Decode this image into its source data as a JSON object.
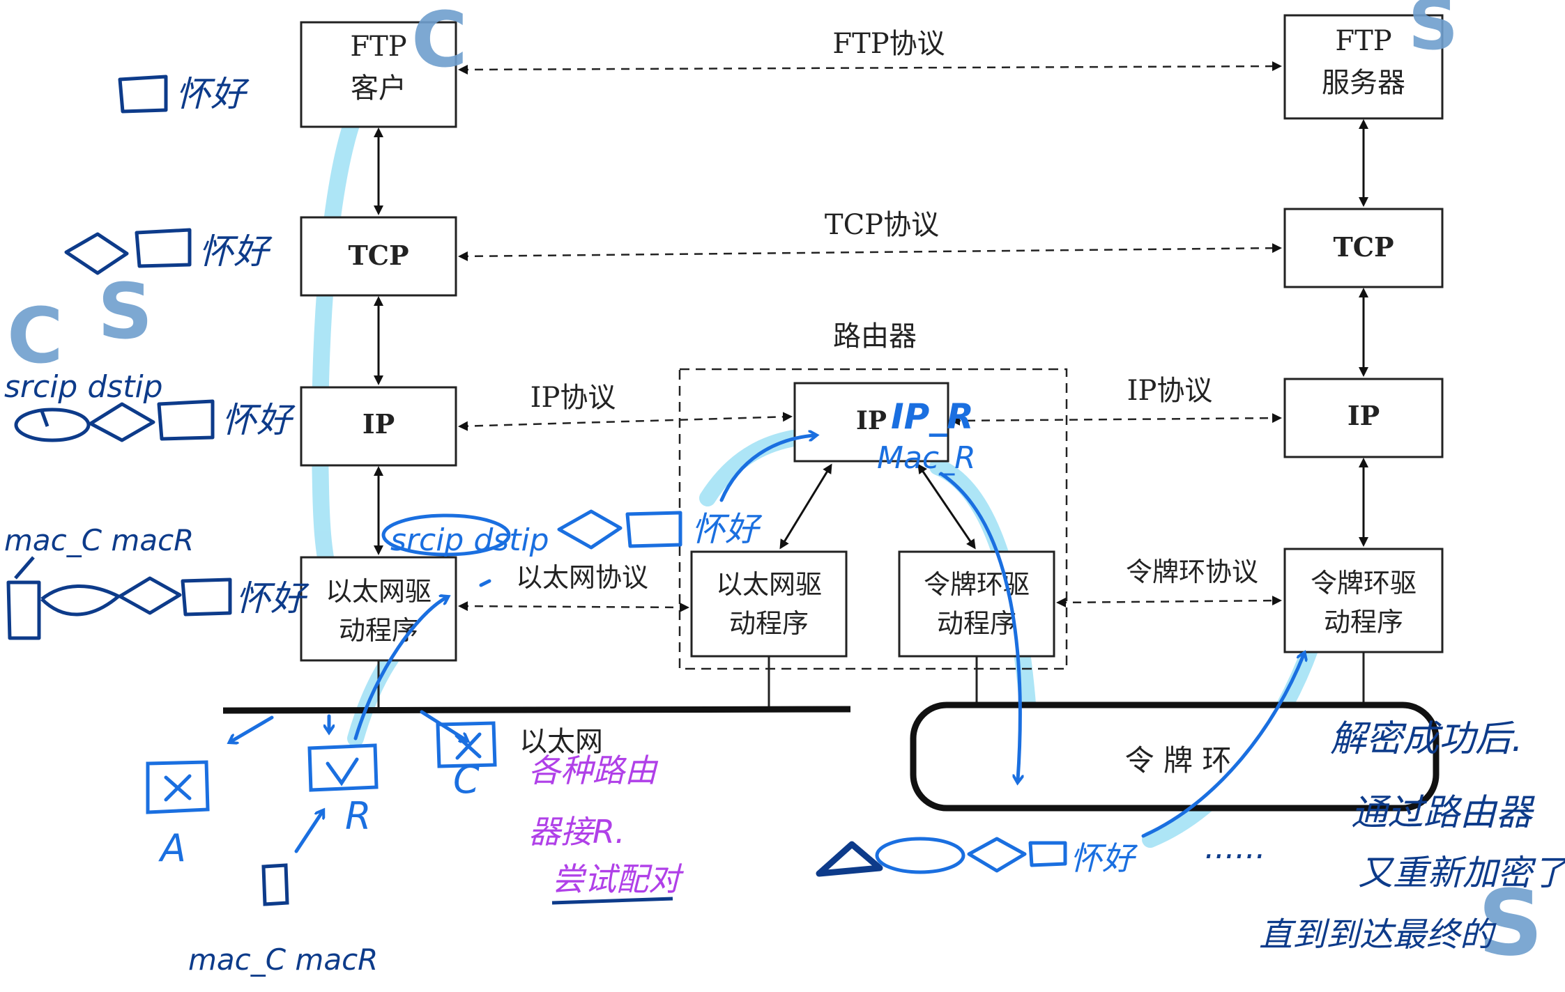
{
  "client": {
    "ftp_line1": "FTP",
    "ftp_line2": "客户",
    "tcp": "TCP",
    "ip": "IP",
    "eth_line1": "以太网驱",
    "eth_line2": "动程序"
  },
  "server": {
    "ftp_line1": "FTP",
    "ftp_line2": "服务器",
    "tcp": "TCP",
    "ip": "IP",
    "tr_line1": "令牌环驱",
    "tr_line2": "动程序"
  },
  "router": {
    "title": "路由器",
    "ip": "IP",
    "eth_line1": "以太网驱",
    "eth_line2": "动程序",
    "tr_line1": "令牌环驱",
    "tr_line2": "动程序"
  },
  "protocols": {
    "ftp": "FTP协议",
    "tcp": "TCP协议",
    "ip_left": "IP协议",
    "ip_right": "IP协议",
    "ethernet": "以太网协议",
    "token_ring": "令牌环协议"
  },
  "networks": {
    "ethernet": "以太网",
    "token_ring": "令 牌 环"
  },
  "annotations": {
    "c_top": "C",
    "s_top": "S",
    "c_left": "C",
    "s_left": "S",
    "s_bottom": "S",
    "huaihao": "怀好",
    "srcip_dstip": "srcip dstip",
    "mac_c_mac_r": "mac_C macR",
    "mac_c_mac_r_bottom": "mac_C macR",
    "ip_r": "IP_R",
    "mac_r": "Mac_R",
    "label_a": "A",
    "label_r": "R",
    "label_c": "C",
    "router_note_1": "各种路由",
    "router_note_2": "器接R.",
    "router_note_3": "尝试配对",
    "right_note_1": "解密成功后.",
    "right_note_2": "通过路由器",
    "right_note_3": "又重新加密了.",
    "right_note_4": "直到到达最终的",
    "dots": "......"
  },
  "colors": {
    "ink_dark": "#0d3b8a",
    "ink_blue": "#1a6fe0",
    "highlight": "#9fe0f5",
    "purple": "#b040e8",
    "watermark": "#6f9fce"
  }
}
